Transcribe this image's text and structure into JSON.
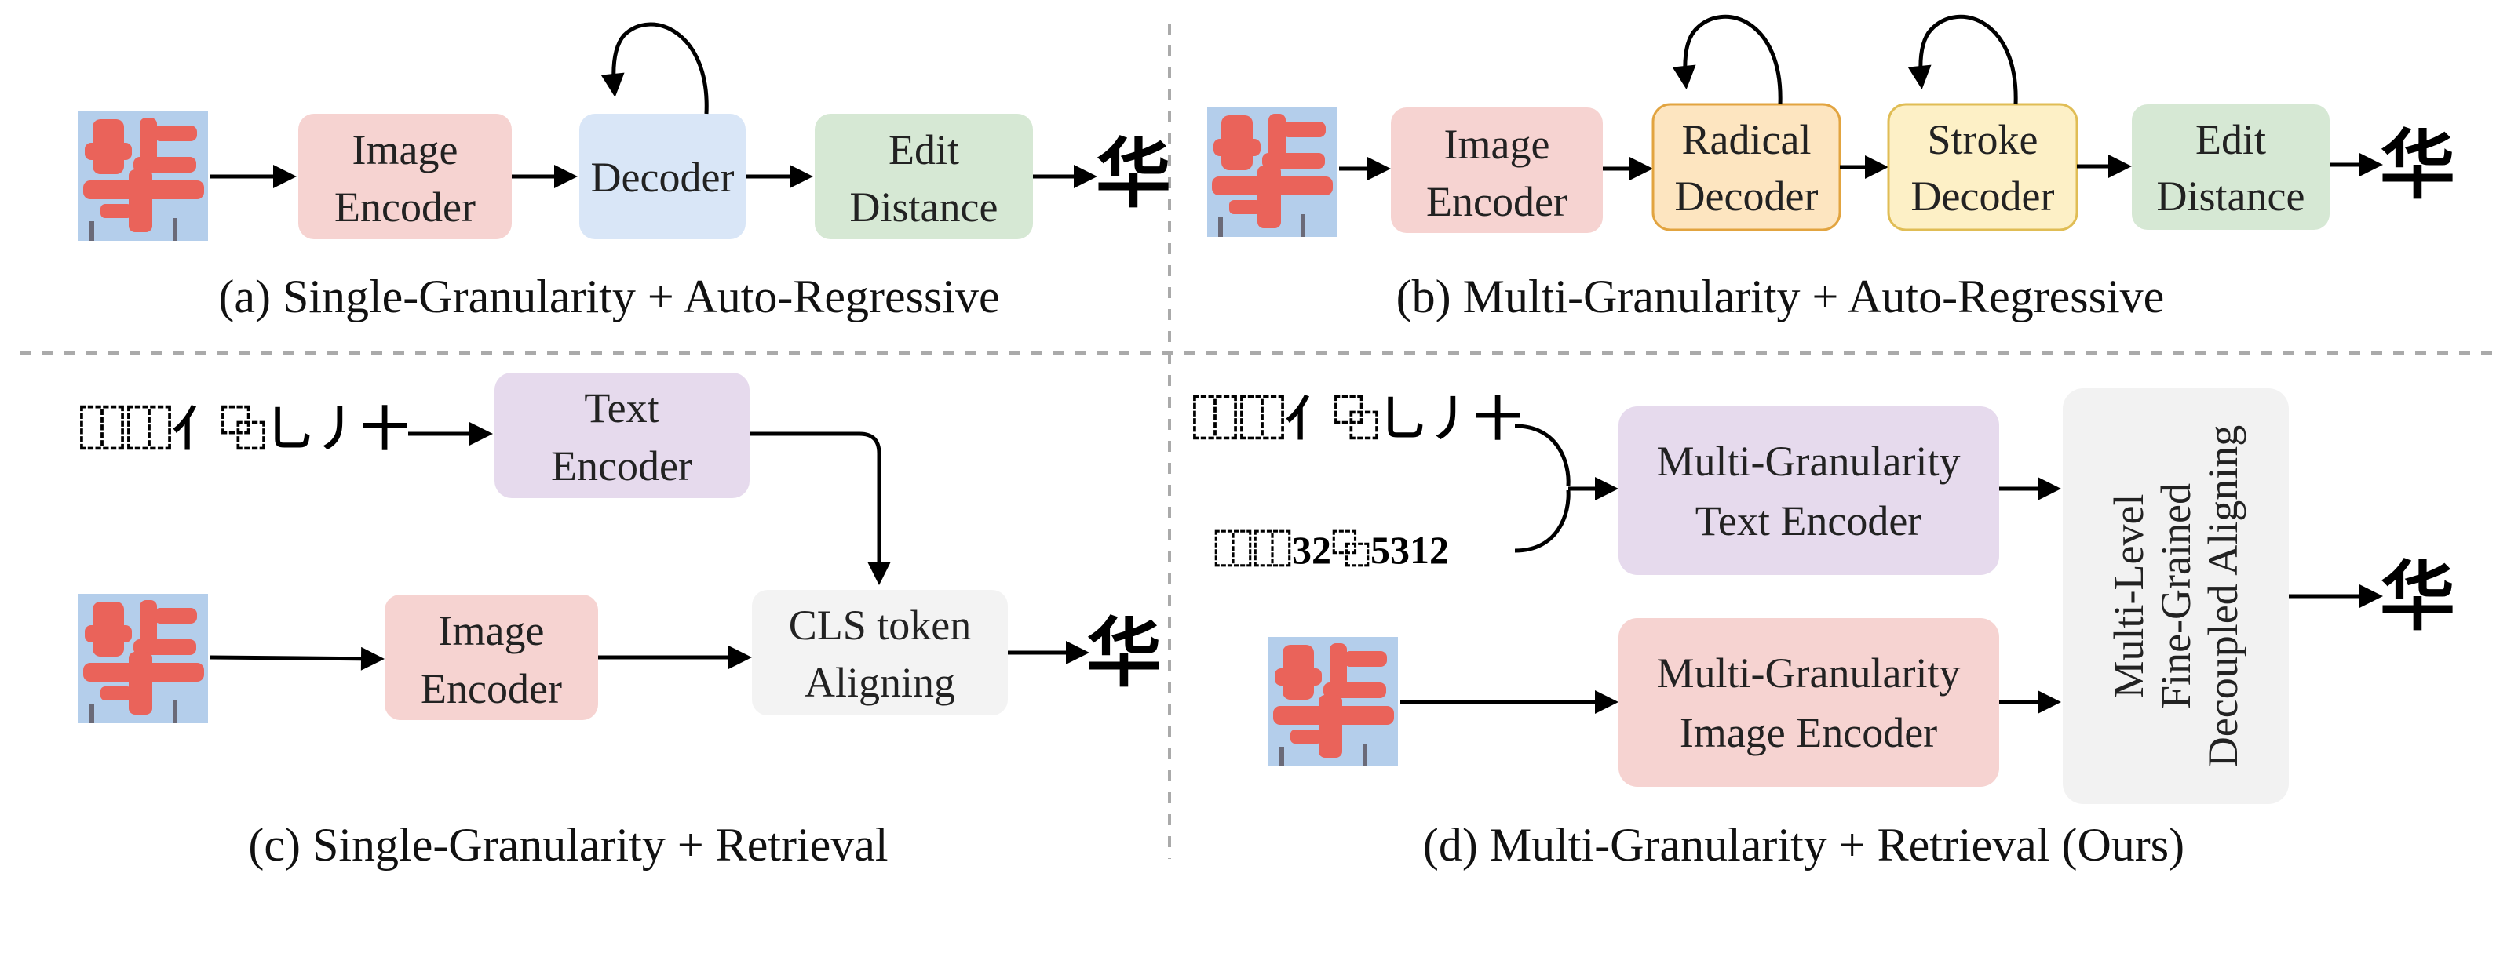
{
  "panels": {
    "a": {
      "caption": "(a) Single-Granularity + Auto-Regressive",
      "image_encoder": [
        "Image",
        "Encoder"
      ],
      "decoder": "Decoder",
      "edit_distance": [
        "Edit",
        "Distance"
      ],
      "output_char": "华"
    },
    "b": {
      "caption": "(b) Multi-Granularity + Auto-Regressive",
      "image_encoder": [
        "Image",
        "Encoder"
      ],
      "radical_decoder": [
        "Radical",
        "Decoder"
      ],
      "stroke_decoder": [
        "Stroke",
        "Decoder"
      ],
      "edit_distance": [
        "Edit",
        "Distance"
      ],
      "output_char": "华"
    },
    "c": {
      "caption": "(c) Single-Granularity + Retrieval",
      "stroke_sequence": "⿰⿰亻⿻乚丿十",
      "text_encoder": [
        "Text",
        "Encoder"
      ],
      "image_encoder": [
        "Image",
        "Encoder"
      ],
      "cls_aligning": [
        "CLS token",
        "Aligning"
      ],
      "output_char": "华"
    },
    "d": {
      "caption": "(d) Multi-Granularity + Retrieval (Ours)",
      "stroke_sequence": "⿰⿰亻⿻乚丿十",
      "number_sequence": "⿰⿰32⿻5312",
      "mg_text_encoder": [
        "Multi-Granularity",
        "Text Encoder"
      ],
      "mg_image_encoder": [
        "Multi-Granularity",
        "Image Encoder"
      ],
      "aligning": [
        "Multi-Level",
        "Fine-Grained",
        "Decoupled Aligning"
      ],
      "output_char": "华"
    }
  },
  "colors": {
    "image_encoder": "#f6d3d1",
    "decoder": "#d9e6f7",
    "edit_distance": "#d6e8d4",
    "radical_decoder_fill": "#fde5c0",
    "radical_decoder_border": "#e2a440",
    "stroke_decoder_fill": "#fdf0c6",
    "stroke_decoder_border": "#e0bd55",
    "text_encoder": "#e6daed",
    "cls_aligning": "#f3f3f3",
    "final_aligning": "#f2f2f2",
    "divider": "#aaaaaa",
    "character_image_bg": "#a9c6e8",
    "character_image_glyph": "#ef5a4e"
  }
}
